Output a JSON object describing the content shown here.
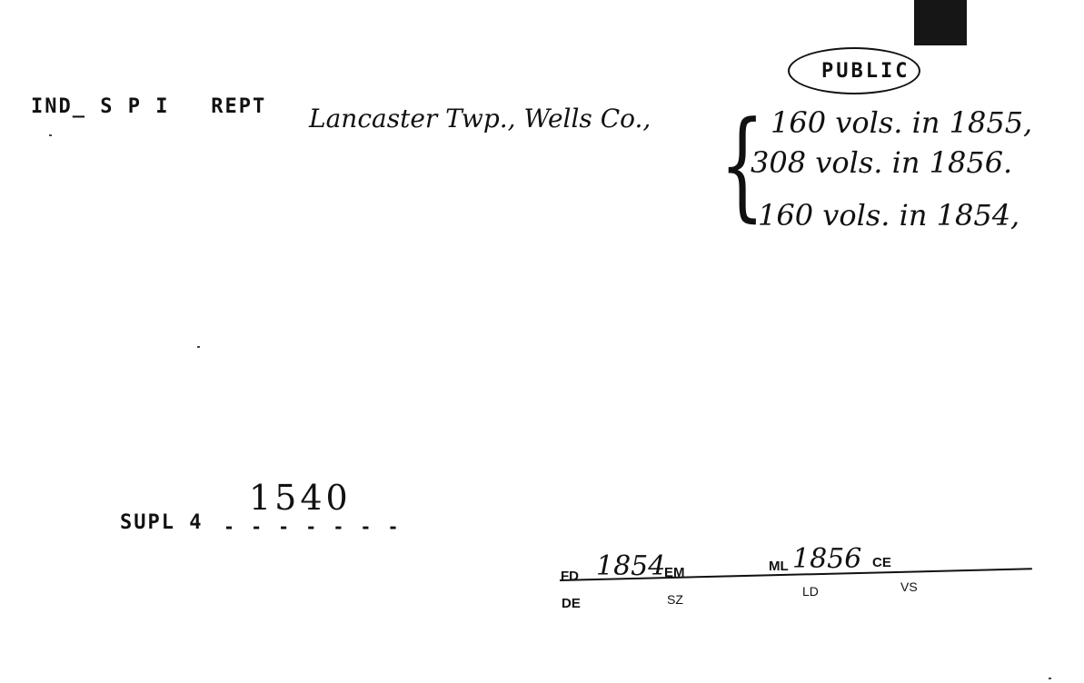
{
  "stamp": "PUBLIC",
  "header": {
    "series": "IND",
    "code": "S P I",
    "type": "REPT"
  },
  "place": "Lancaster Twp., Wells Co.,",
  "volumes": [
    "160 vols. in 1855,",
    "308 vols. in 1856.",
    "160 vols. in 1854,"
  ],
  "supplement": {
    "label": "SUPL 4",
    "number": "1540"
  },
  "fields": {
    "fd_label": "FD",
    "fd_value": "1854",
    "em_label": "EM",
    "ml_label": "ML",
    "ml_value": "1856",
    "ce_label": "CE",
    "de_label": "DE",
    "sz_label": "SZ",
    "ld_label": "LD",
    "vs_label": "VS"
  }
}
